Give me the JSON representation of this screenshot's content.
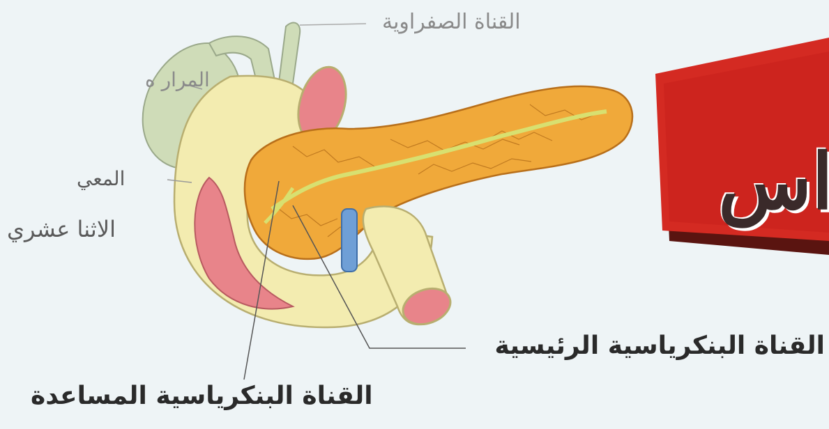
{
  "labels": {
    "common_bile_duct": "القناة الصفراوية",
    "gallbladder": "المرار ه",
    "duodenum_line1": "المعي",
    "duodenum_line2": "الاثنا عشري",
    "main_pancreatic_duct": "القناة البنكرياسية الرئيسية",
    "accessory_pancreatic_duct": "القناة البنكرياسية المساعدة"
  },
  "banner": {
    "text": "اس",
    "color": "#d42a22"
  },
  "colors": {
    "background": "#eef4f6",
    "pancreas": "#f0a93a",
    "gallbladder": "#cfdcb8",
    "duodenum": "#f3ecb0",
    "lumen": "#e8848a",
    "duct": "#d8e070",
    "vein": "#6f9fd6"
  }
}
